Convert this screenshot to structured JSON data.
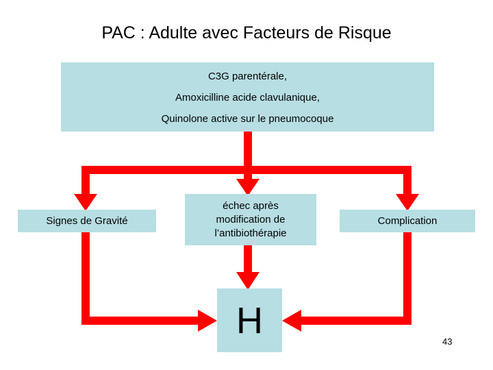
{
  "slide": {
    "title": "PAC : Adulte avec Facteurs de Risque",
    "page_number": "43",
    "background_color": "#ffffff"
  },
  "theme": {
    "box_fill": "#b7dee3",
    "connector_color": "#ff0000",
    "text_color": "#000000"
  },
  "diagram": {
    "type": "flowchart",
    "nodes": {
      "treatment": {
        "id": "treatment",
        "shape": "rectangle",
        "fill": "#b7dee3",
        "lines": [
          "C3G parentérale,",
          "Amoxicilline acide clavulanique,",
          "Quinolone active sur le pneumocoque"
        ]
      },
      "severity": {
        "id": "severity",
        "shape": "rectangle",
        "fill": "#b7dee3",
        "lines": [
          "Signes de Gravité"
        ]
      },
      "failure": {
        "id": "failure",
        "shape": "rectangle",
        "fill": "#b7dee3",
        "lines": [
          "échec après",
          "modification de",
          "l’antibiothérapie"
        ]
      },
      "complication": {
        "id": "complication",
        "shape": "rectangle",
        "fill": "#b7dee3",
        "lines": [
          "Complication"
        ]
      },
      "hospital": {
        "id": "hospital",
        "shape": "square",
        "fill": "#b7dee3",
        "lines": [
          "H"
        ]
      }
    },
    "edges": [
      {
        "from": "treatment",
        "to": "severity",
        "style": "elbow-left",
        "arrow": "down",
        "color": "#ff0000"
      },
      {
        "from": "treatment",
        "to": "failure",
        "style": "straight",
        "arrow": "down",
        "color": "#ff0000"
      },
      {
        "from": "treatment",
        "to": "complication",
        "style": "elbow-right",
        "arrow": "down",
        "color": "#ff0000"
      },
      {
        "from": "severity",
        "to": "hospital",
        "style": "elbow-down-right",
        "arrow": "right",
        "color": "#ff0000"
      },
      {
        "from": "failure",
        "to": "hospital",
        "style": "straight",
        "arrow": "down",
        "color": "#ff0000"
      },
      {
        "from": "complication",
        "to": "hospital",
        "style": "elbow-down-left",
        "arrow": "left",
        "color": "#ff0000"
      }
    ]
  }
}
